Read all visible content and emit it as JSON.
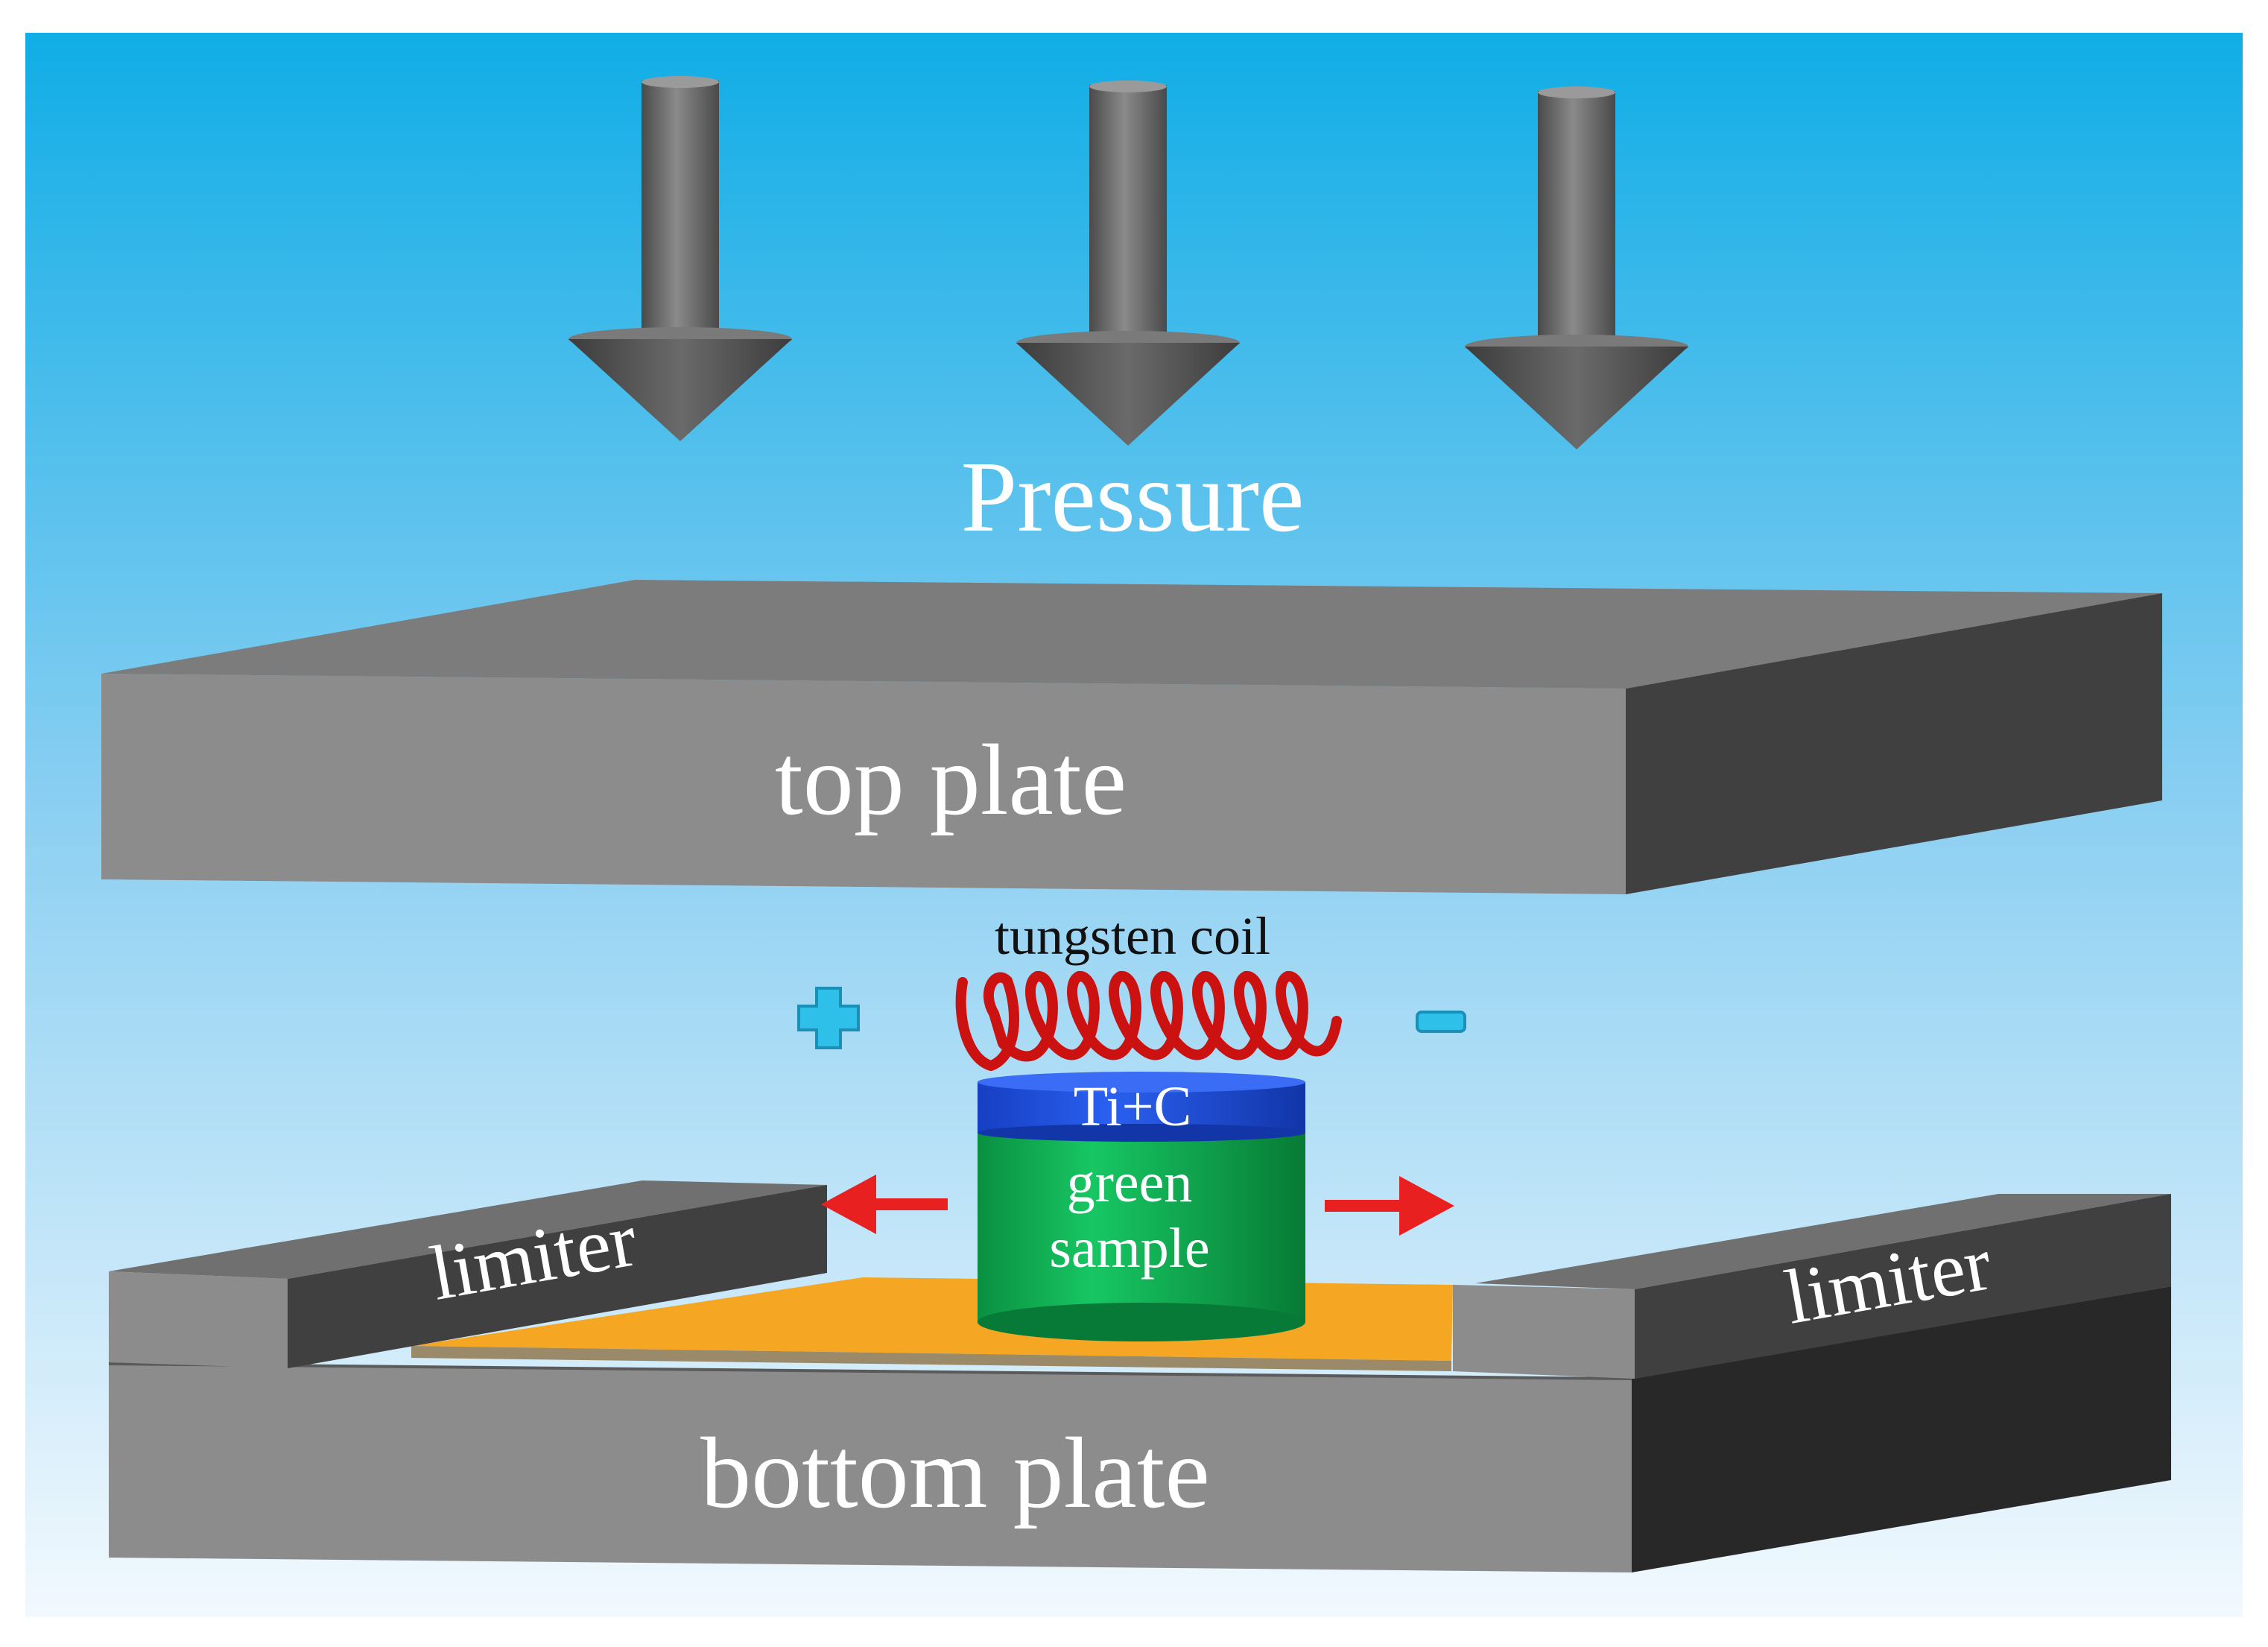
{
  "labels": {
    "pressure": "Pressure",
    "top_plate": "top plate",
    "tungsten_coil": "tungsten coil",
    "ti_c": "Ti+C",
    "green_sample_line1": "green",
    "green_sample_line2": "sample",
    "limiter_left": "limiter",
    "limiter_right": "limiter",
    "bottom_plate": "bottom plate",
    "plus_sign": "+",
    "minus_sign": "-"
  },
  "colors": {
    "background_top": "#10ade6",
    "background_bottom": "#f2f9fe",
    "plate_light": "#8c8c8c",
    "plate_top_face": "#7c7c7c",
    "plate_dark": "#404040",
    "plate_darkest": "#282828",
    "coil": "#cc1111",
    "ti_c_layer": "#1a4fe0",
    "green_sample": "#0fae55",
    "spread_arrow": "#e82020",
    "electrode_sign": "#2ec0e8",
    "foil": "#f5a623"
  },
  "icons": {
    "pressure_arrow": "down-arrow-icon",
    "spread_arrow": "red-arrow-icon",
    "plus": "plus-icon",
    "minus": "minus-icon"
  }
}
